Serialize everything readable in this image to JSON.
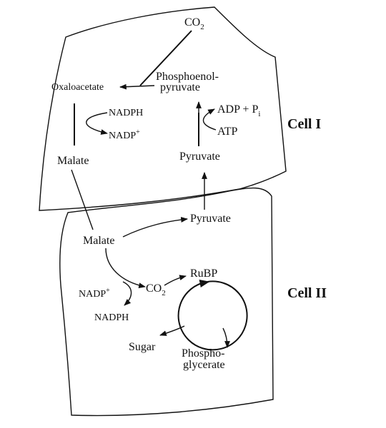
{
  "labels": {
    "co2_top": "CO",
    "co2_top_sub": "2",
    "oxaloacetate": "Oxaloacetate",
    "pep_line1": "Phosphoenol-",
    "pep_line2": "pyruvate",
    "nadph_top": "NADPH",
    "nadp_top": "NADP",
    "nadp_top_sup": "+",
    "adp_pi": "ADP + P",
    "adp_pi_sub": "i",
    "atp": "ATP",
    "malate_top": "Malate",
    "pyruvate_top": "Pyruvate",
    "pyruvate_bottom": "Pyruvate",
    "malate_bottom": "Malate",
    "rubp": "RuBP",
    "nadp_bottom": "NADP",
    "nadp_bottom_sup": "+",
    "co2_bottom": "CO",
    "co2_bottom_sub": "2",
    "nadph_bottom": "NADPH",
    "sugar": "Sugar",
    "phosphoglycerate_line1": "Phospho-",
    "phosphoglycerate_line2": "glycerate",
    "cell1": "Cell I",
    "cell2": "Cell II"
  }
}
